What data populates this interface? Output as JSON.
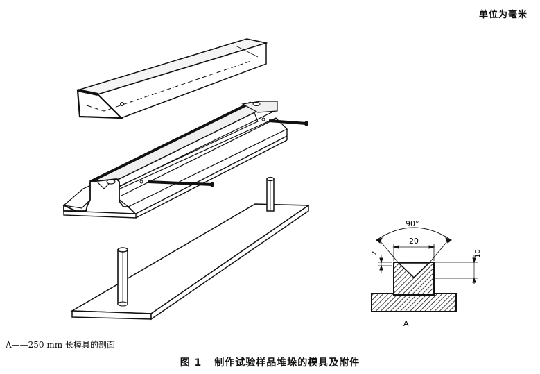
{
  "unit_note": "单位为毫米",
  "section_callout": "A",
  "dims": {
    "angle": "90°",
    "top_width": "20",
    "groove_depth": "2",
    "height": "10"
  },
  "legend": "A——250 mm 长模具的剖面",
  "caption": {
    "number": "图 1",
    "title": "制作试验样品堆垛的模具及附件"
  }
}
